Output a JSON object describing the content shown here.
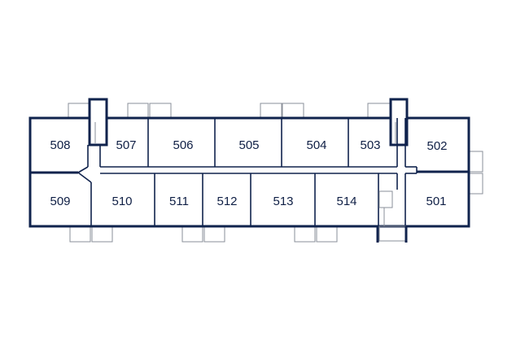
{
  "floor_plan": {
    "units_north": [
      "508",
      "507",
      "506",
      "505",
      "504",
      "503",
      "502"
    ],
    "units_south": [
      "509",
      "510",
      "511",
      "512",
      "513",
      "514",
      "501"
    ],
    "colors": {
      "wall": "#10234d",
      "label": "#0f1f45",
      "balcony": "#8a8f99",
      "background": "#ffffff"
    }
  }
}
